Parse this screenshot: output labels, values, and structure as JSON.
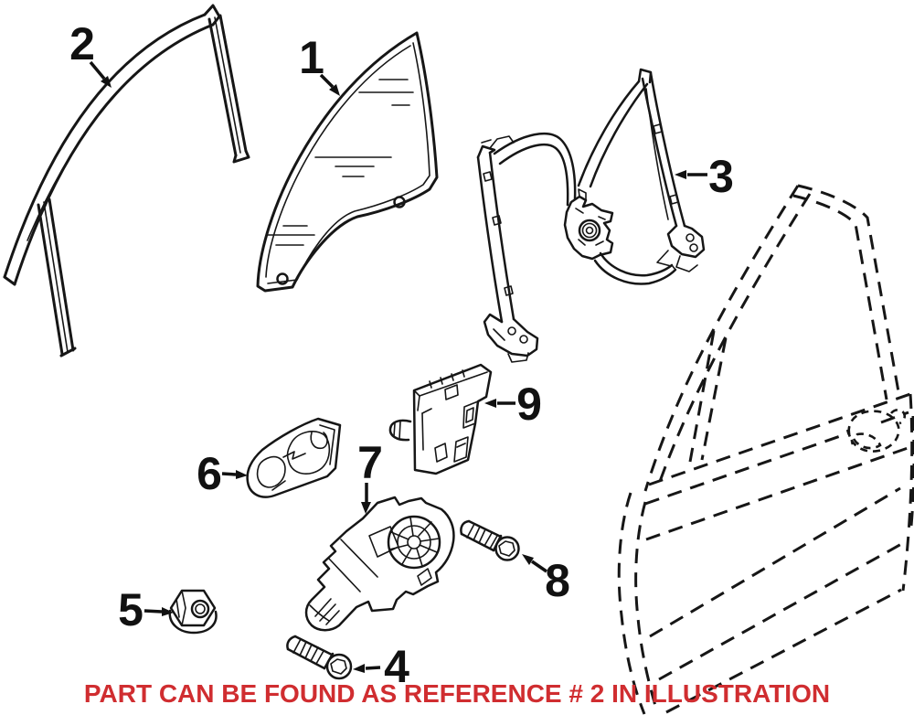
{
  "diagram": {
    "background": "#ffffff",
    "line_color": "#161616",
    "callouts": [
      {
        "ref": "1"
      },
      {
        "ref": "2"
      },
      {
        "ref": "3"
      },
      {
        "ref": "4"
      },
      {
        "ref": "5"
      },
      {
        "ref": "6"
      },
      {
        "ref": "7"
      },
      {
        "ref": "8"
      },
      {
        "ref": "9"
      }
    ],
    "caption": {
      "text": "PART CAN BE FOUND AS REFERENCE # 2 IN ILLUSTRATION",
      "color": "#d02d30"
    }
  }
}
